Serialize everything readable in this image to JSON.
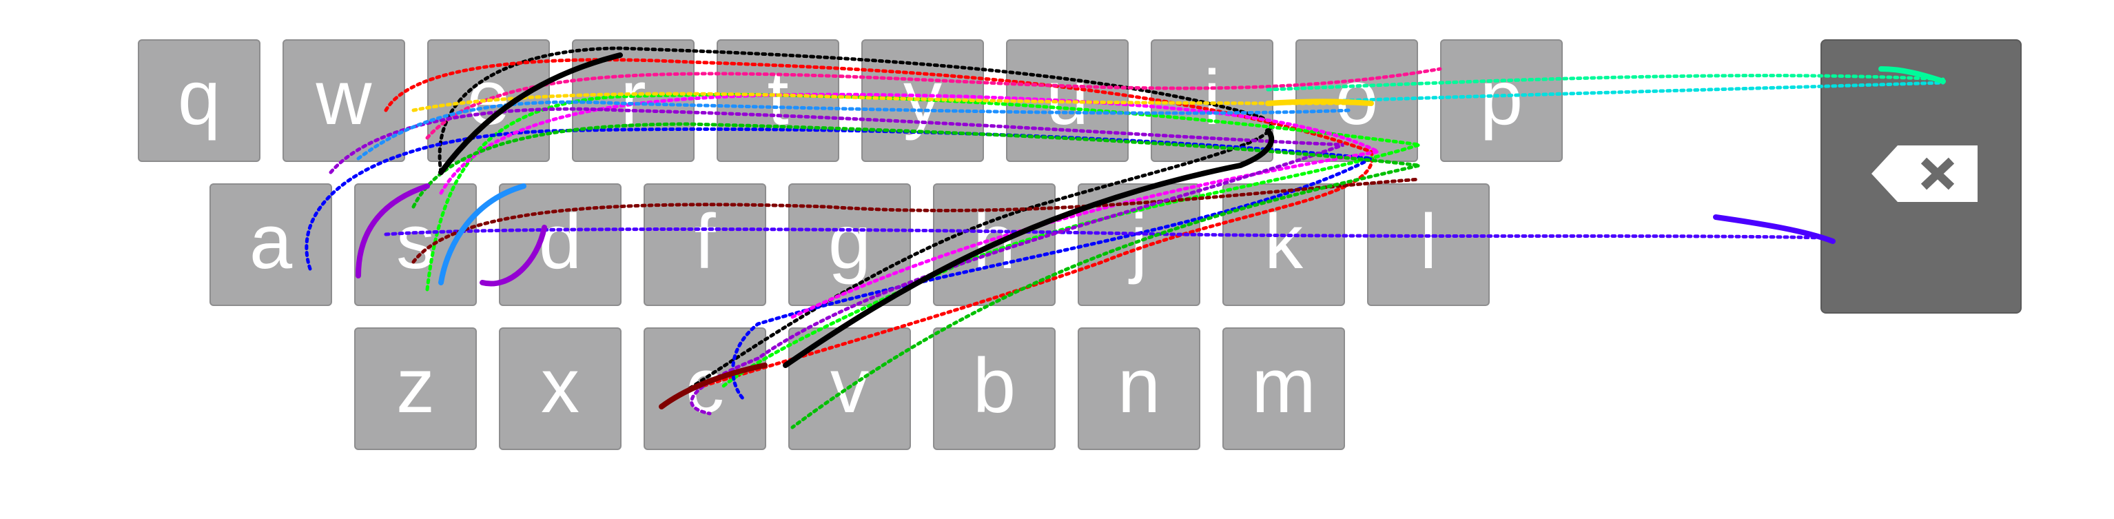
{
  "keyboard": {
    "rows": [
      [
        "q",
        "w",
        "e",
        "r",
        "t",
        "y",
        "u",
        "i",
        "o",
        "p"
      ],
      [
        "a",
        "s",
        "d",
        "f",
        "g",
        "h",
        "j",
        "k",
        "l"
      ],
      [
        "z",
        "x",
        "c",
        "v",
        "b",
        "n",
        "m"
      ]
    ],
    "backspace_icon": "backspace-icon",
    "key_color": "#a9a9aa",
    "backspace_color": "#6b6b6b"
  },
  "traces": {
    "colors": [
      "#000000",
      "#ff0000",
      "#00c000",
      "#0000ff",
      "#ff00ff",
      "#00e0e0",
      "#800000",
      "#00ff00",
      "#ffd700",
      "#4b00ff",
      "#1e90ff",
      "#ff1493",
      "#9400d3",
      "#00fa9a"
    ]
  }
}
